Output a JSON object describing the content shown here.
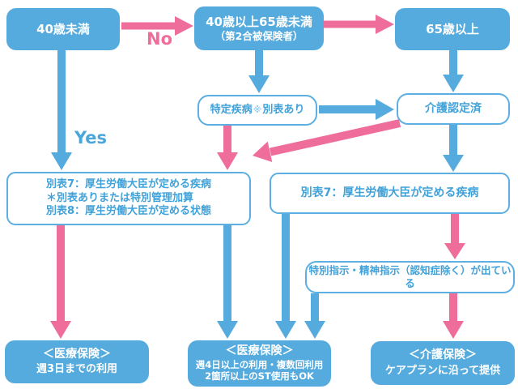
{
  "colors": {
    "blue": "#55abdd",
    "pink": "#ee6d9b",
    "white_box_text_blue": "#41a2d9"
  },
  "labels": {
    "no": "No",
    "yes": "Yes"
  },
  "nodes": {
    "age_under_40": {
      "text": "40歳未満"
    },
    "age_40_to_65": {
      "line1": "40歳以上65歳未満",
      "line2": "（第2合被保険者）"
    },
    "age_over_65": {
      "text": "65歳以上"
    },
    "specified_disease": {
      "prefix": "特定疾病",
      "marker": "※",
      "suffix": "別表あり"
    },
    "care_certified": {
      "text": "介護認定済"
    },
    "criteria_left": {
      "line1": "別表7：厚生労働大臣が定める疾病",
      "line2": "＊別表ありまたは特別管理加算",
      "line3": "別表8：厚生労働大臣が定める状態"
    },
    "criteria_right": {
      "text": "別表7：厚生労働大臣が定める疾病"
    },
    "special_instruction": {
      "text": "特別指示・精神指示（認知症除く）が出ている"
    },
    "outcome_medical_3days": {
      "title": "＜医療保険＞",
      "body": "週3日までの利用"
    },
    "outcome_medical_4days": {
      "title": "＜医療保険＞",
      "body1": "週4日以上の利用・複数回利用",
      "body2": "2箇所以上のST使用もOK"
    },
    "outcome_care": {
      "title": "＜介護保険＞",
      "body": "ケアプランに沿って提供"
    }
  }
}
